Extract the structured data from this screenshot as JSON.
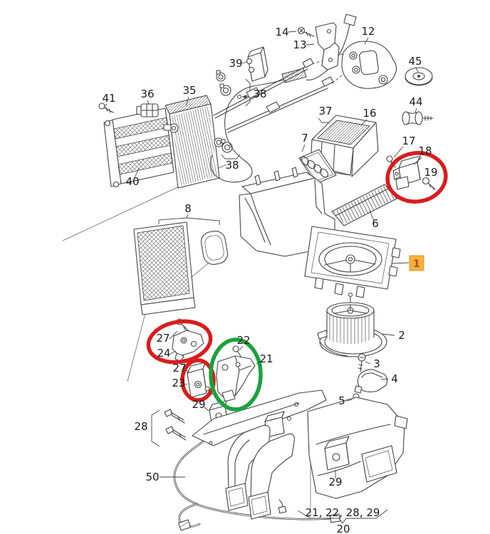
{
  "diagram": {
    "type": "exploded-parts-diagram",
    "subject": "Heater / air-conditioner unit assembly parts diagram",
    "colors": {
      "line": "#444444",
      "background": "#ffffff",
      "red_highlight": "#d91c1c",
      "green_highlight": "#1aa23c",
      "orange_tag_bg": "#f7b03e",
      "orange_tag_text": "#a8511d"
    },
    "selected_part": "1",
    "labels": {
      "p14": "14",
      "p13": "13",
      "p12": "12",
      "p39": "39",
      "p45": "45",
      "p44": "44",
      "p41": "41",
      "p36": "36",
      "p35": "35",
      "p38a": "38",
      "p38b": "38",
      "p37": "37",
      "p16": "16",
      "p7": "7",
      "p17": "17",
      "p18": "18",
      "p19": "19",
      "p40": "40",
      "p8": "8",
      "p6": "6",
      "p1": "1",
      "p2": "2",
      "p3": "3",
      "p4": "4",
      "p5": "5",
      "p27a": "27",
      "p24": "24",
      "p27b": "27",
      "p23": "23",
      "p22": "22",
      "p21": "21",
      "p29a": "29",
      "p28": "28",
      "p50": "50",
      "p29b": "29",
      "group": "21, 22, 28, 29",
      "group_ref": "20"
    }
  }
}
